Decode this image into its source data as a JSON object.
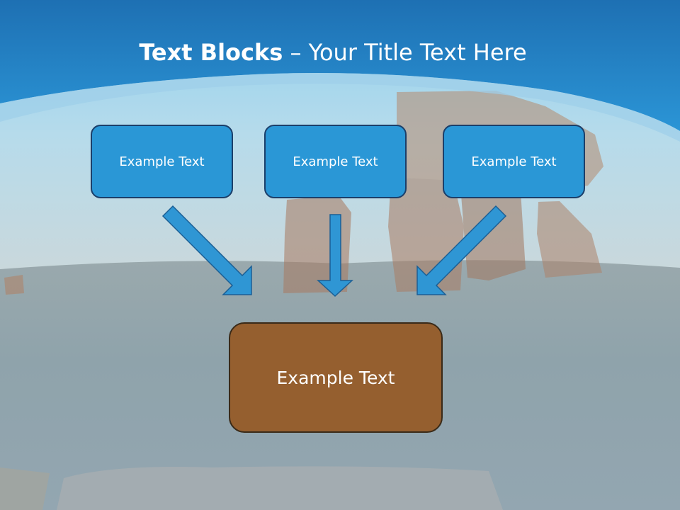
{
  "title": {
    "bold": "Text Blocks",
    "separator": " – ",
    "rest": "Your Title Text Here"
  },
  "blocks": [
    {
      "label": "Example Text"
    },
    {
      "label": "Example Text"
    },
    {
      "label": "Example Text"
    }
  ],
  "target": {
    "label": "Example Text"
  },
  "colors": {
    "banner": "#1f84c8",
    "block_fill": "#2a97d6",
    "block_border": "#1b3f6a",
    "target_fill": "#955f2f",
    "arrow": "#2f96d4"
  }
}
